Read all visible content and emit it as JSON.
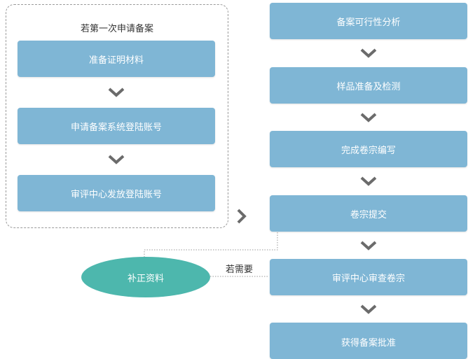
{
  "group": {
    "title": "若第一次申请备案",
    "steps": [
      "准备证明材料",
      "申请备案系统登陆账号",
      "审评中心发放登陆账号"
    ]
  },
  "main_steps": [
    "备案可行性分析",
    "样品准备及检测",
    "完成卷宗编写",
    "卷宗提交",
    "审评中心审查卷宗",
    "获得备案批准"
  ],
  "side": {
    "label": "补正资料",
    "condition": "若需要"
  },
  "colors": {
    "box": "#7fb6d5",
    "ellipse": "#4db7ad",
    "chevron": "#6b6b6b",
    "border": "#9a9a9a"
  }
}
